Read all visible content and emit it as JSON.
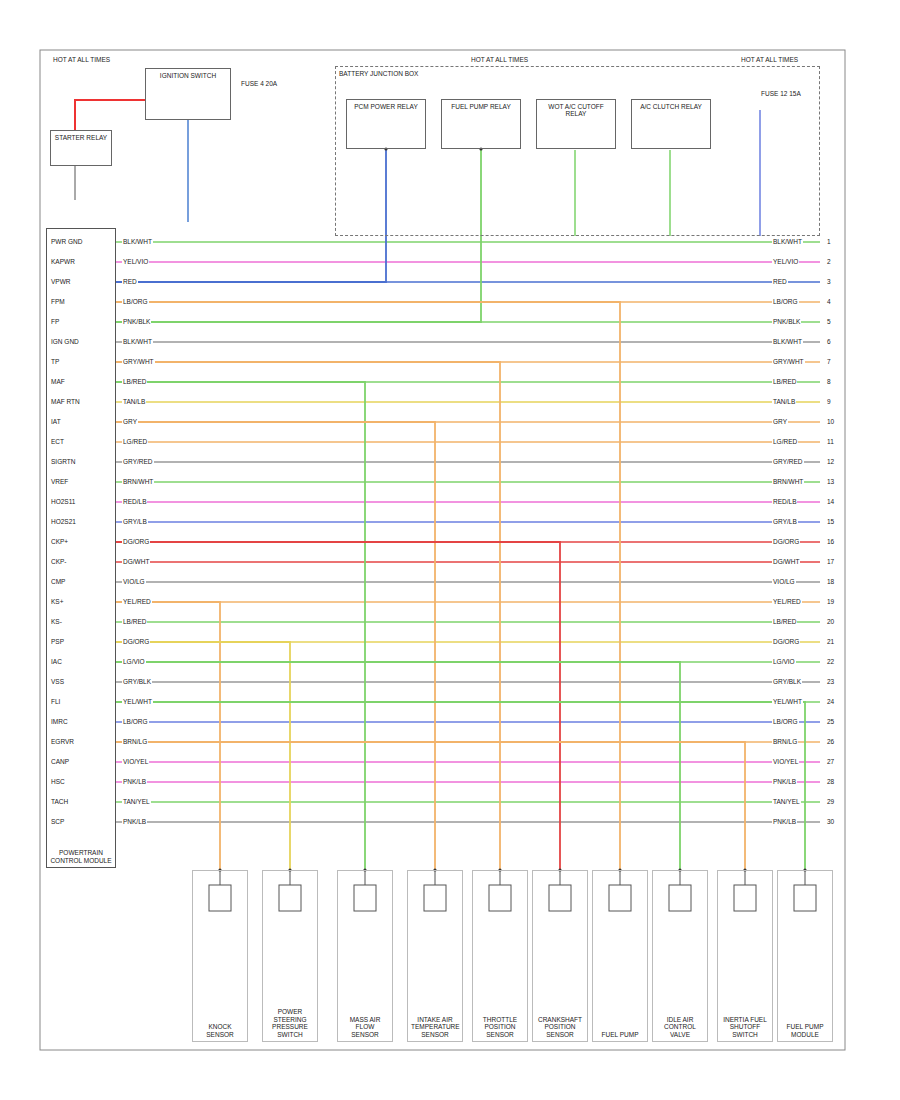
{
  "diagram": {
    "nodes": [
      {
        "text": [
          "STARTER RELAY"
        ]
      },
      {
        "text": [
          "IGNITION SWITCH"
        ]
      },
      {
        "text": [
          "BATTERY JUNCTION BOX"
        ]
      },
      {
        "text": [
          "PCM POWER RELAY"
        ],
        "in": 2
      },
      {
        "text": [
          "FUEL PUMP RELAY"
        ],
        "in": 2
      },
      {
        "text": [
          "WOT A/C CUTOFF RELAY"
        ],
        "in": 2
      },
      {
        "text": [
          "A/C CLUTCH RELAY"
        ],
        "in": 2
      },
      {
        "text": [
          "POWERTRAIN CONTROL MODULE"
        ]
      },
      {
        "text": [
          "KNOCK SENSOR"
        ]
      },
      {
        "text": [
          "POWER STEERING PRESSURE SWITCH"
        ]
      },
      {
        "text": [
          "MASS AIR FLOW SENSOR"
        ]
      },
      {
        "text": [
          "INTAKE AIR TEMPERATURE SENSOR"
        ]
      },
      {
        "text": [
          "THROTTLE POSITION SENSOR"
        ]
      },
      {
        "text": [
          "CRANKSHAFT POSITION SENSOR"
        ]
      },
      {
        "text": [
          "FUEL PUMP"
        ]
      },
      {
        "text": [
          "IDLE AIR CONTROL VALVE"
        ]
      },
      {
        "text": [
          "INERTIA FUEL SHUTOFF SWITCH"
        ]
      },
      {
        "text": [
          "FUEL PUMP MODULE"
        ]
      }
    ],
    "edges": [
      {
        "from": 7,
        "to": 3,
        "arrow": "none"
      },
      {
        "from": 7,
        "to": 4,
        "arrow": "none"
      },
      {
        "from": 7,
        "to": 8,
        "arrow": "none"
      },
      {
        "from": 7,
        "to": 9,
        "arrow": "none"
      },
      {
        "from": 7,
        "to": 10,
        "arrow": "none"
      },
      {
        "from": 7,
        "to": 11,
        "arrow": "none"
      },
      {
        "from": 7,
        "to": 12,
        "arrow": "none"
      },
      {
        "from": 7,
        "to": 13,
        "arrow": "none"
      },
      {
        "from": 7,
        "to": 14,
        "arrow": "none"
      },
      {
        "from": 7,
        "to": 15,
        "arrow": "none"
      },
      {
        "from": 7,
        "to": 16,
        "arrow": "none"
      },
      {
        "from": 7,
        "to": 17,
        "arrow": "none"
      }
    ],
    "labels": [
      "PWR GND",
      "KAPWR",
      "VPWR",
      "FPM",
      "FP",
      "IGN GND",
      "TP",
      "MAF",
      "MAF RTN",
      "IAT",
      "ECT",
      "SIGRTN",
      "VREF",
      "HO2S11",
      "HO2S21",
      "CKP+",
      "CKP-",
      "CMP",
      "KS+",
      "KS-",
      "PSP",
      "IAC",
      "VSS",
      "FLI",
      "IMRC",
      "EGRVR",
      "CANP",
      "HSC",
      "TACH",
      "SCP",
      "BLK/WHT",
      "YEL/VIO",
      "RED",
      "LB/ORG",
      "PNK/BLK",
      "BLK/WHT",
      "GRY/WHT",
      "LB/RED",
      "TAN/LB",
      "GRY",
      "LG/RED",
      "GRY/RED",
      "BRN/WHT",
      "RED/LB",
      "GRY/LB",
      "DG/ORG",
      "DG/WHT",
      "VIO/LG",
      "YEL/RED",
      "LB/RED",
      "DG/ORG",
      "LG/VIO",
      "GRY/BLK",
      "YEL/WHT",
      "LB/ORG",
      "BRN/LG",
      "VIO/YEL",
      "PNK/LB",
      "TAN/YEL",
      "PNK/LB",
      "BLK/WHT",
      "YEL/VIO",
      "RED",
      "LB/ORG",
      "PNK/BLK",
      "BLK/WHT",
      "GRY/WHT",
      "LB/RED",
      "TAN/LB",
      "GRY",
      "LG/RED",
      "GRY/RED",
      "BRN/WHT",
      "RED/LB",
      "GRY/LB",
      "DG/ORG",
      "DG/WHT",
      "VIO/LG",
      "YEL/RED",
      "LB/RED",
      "DG/ORG",
      "LG/VIO",
      "GRY/BLK",
      "YEL/WHT",
      "LB/ORG",
      "BRN/LG",
      "VIO/YEL",
      "PNK/LB",
      "TAN/YEL",
      "PNK/LB",
      "1",
      "2",
      "3",
      "4",
      "5",
      "6",
      "7",
      "8",
      "9",
      "10",
      "11",
      "12",
      "13",
      "14",
      "15",
      "16",
      "17",
      "18",
      "19",
      "20",
      "21",
      "22",
      "23",
      "24",
      "25",
      "26",
      "27",
      "28",
      "29",
      "30",
      "HOT AT ALL TIMES",
      "HOT AT ALL TIMES",
      "HOT AT ALL TIMES",
      "FUSE 4 20A",
      "FUSE 12 15A"
    ]
  }
}
